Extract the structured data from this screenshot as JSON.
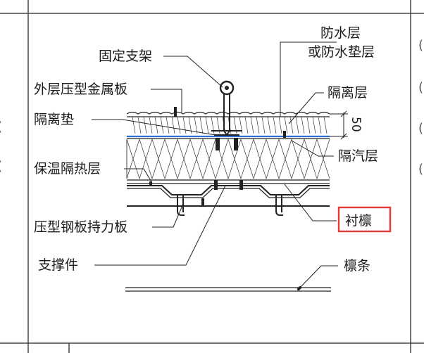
{
  "diagram": {
    "labels": {
      "fixed_bracket": "固定支架",
      "waterproof_layer_1": "防水层",
      "waterproof_layer_2": "或防水垫层",
      "outer_metal_sheet": "外层压型金属板",
      "isolation_layer": "隔离层",
      "isolation_pad": "隔离垫",
      "insulation_layer": "保温隔热层",
      "vapor_barrier": "隔汽层",
      "profiled_steel_deck": "压型钢板持力板",
      "sub_purlin": "衬檩",
      "support_member": "支撑件",
      "purlin": "檩条"
    },
    "dimension": {
      "value": "50"
    },
    "highlight": {
      "color": "#e53935",
      "target": "衬檩"
    },
    "colors": {
      "blue_line": "#2f6fd6",
      "ink": "#222222",
      "frame": "#444444"
    },
    "edge_fragments": [
      "(",
      "(",
      "(",
      "(",
      "(",
      "("
    ]
  }
}
